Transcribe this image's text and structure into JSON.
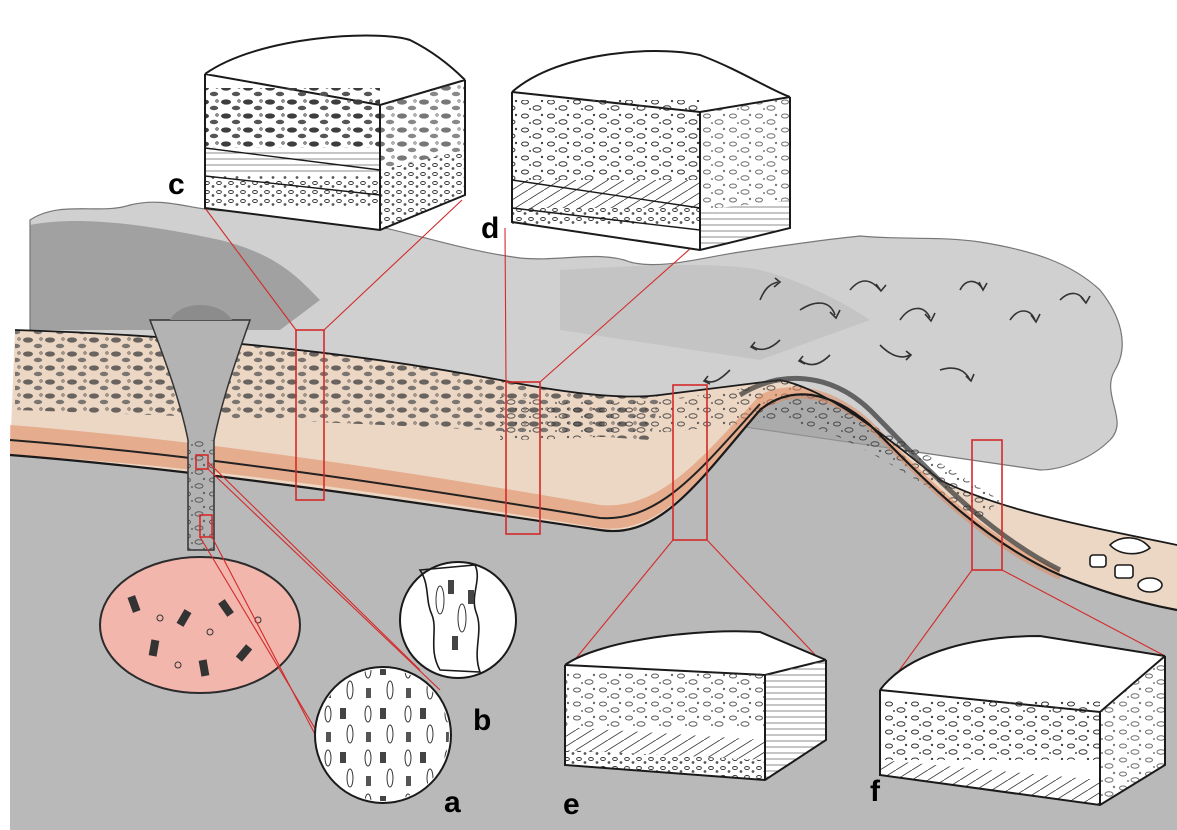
{
  "figure": {
    "labels": {
      "a": "a",
      "b": "b",
      "c": "c",
      "d": "d",
      "e": "e",
      "f": "f"
    },
    "colors": {
      "paper": "#ffffff",
      "ink": "#1a1a1a",
      "pencil_gray": "#8a8a8a",
      "dark_ash": "#555555",
      "deposit_tan": "#ecd6c4",
      "orange_layer": "#e08a60",
      "magma_pink": "#f2b6ad",
      "callout_red": "#d42a2a"
    },
    "icons": [
      "eruption-column",
      "ash-cloud",
      "magma-chamber",
      "pyroclastic-flow-arrows",
      "crystal-magnifier",
      "deposit-block"
    ]
  }
}
